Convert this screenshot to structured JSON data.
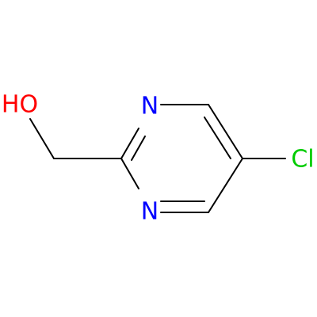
{
  "molecule": {
    "atoms": [
      {
        "id": "O",
        "label": "HO",
        "color": "#ff0000"
      },
      {
        "id": "N1",
        "label": "N",
        "color": "#0000ff"
      },
      {
        "id": "N3",
        "label": "N",
        "color": "#0000ff"
      },
      {
        "id": "Cl",
        "label": "Cl",
        "color": "#00cc00"
      }
    ],
    "bond_color": "#000000"
  }
}
